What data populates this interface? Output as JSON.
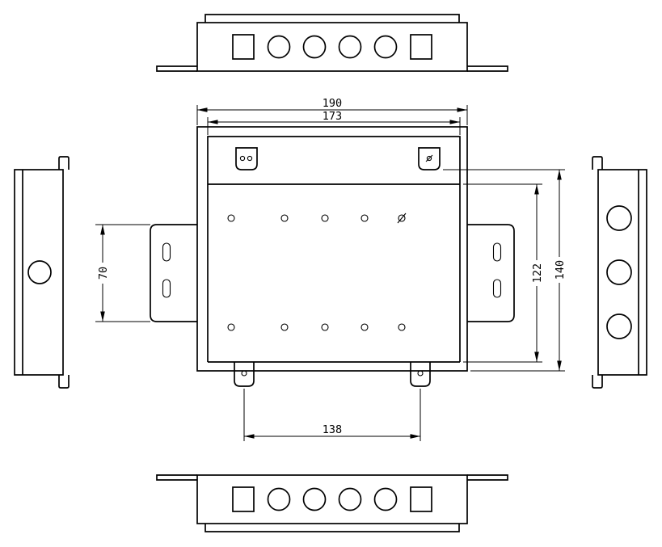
{
  "drawing": {
    "background": "#ffffff",
    "line_color": "#000000",
    "dimensions": {
      "d190": "190",
      "d173": "173",
      "d138": "138",
      "d70": "70",
      "d122": "122",
      "d140": "140"
    }
  }
}
